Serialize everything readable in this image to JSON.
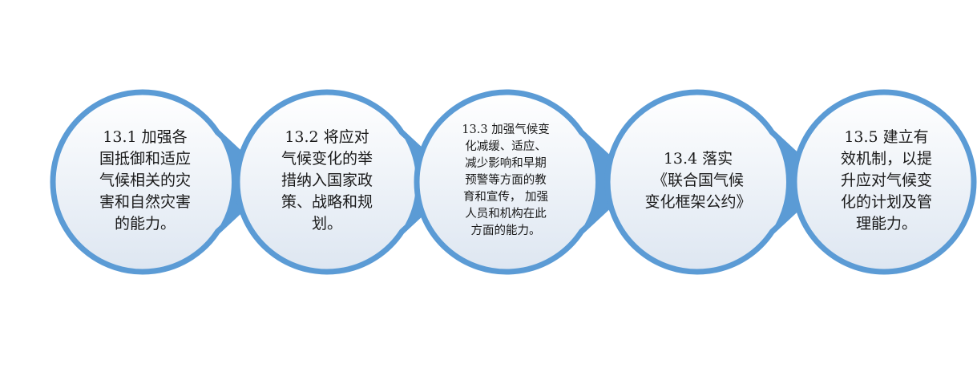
{
  "diagram": {
    "colors": {
      "circle_fill_top": "#ffffff",
      "circle_fill_bottom": "#dde6f1",
      "ring": "#5b9bd5",
      "pointer": "#5b9bd5"
    },
    "steps": [
      {
        "id": "13.1",
        "text": "13.1 加强各\n国抵御和适应\n气候相关的灾\n害和自然灾害\n的能力。"
      },
      {
        "id": "13.2",
        "text": "13.2 将应对\n气候变化的举\n措纳入国家政\n策、战略和规\n划。"
      },
      {
        "id": "13.3",
        "text": "13.3 加强气候变\n化减缓、适应、\n减少影响和早期\n预警等方面的教\n育和宣传， 加强\n人员和机构在此\n方面的能力。"
      },
      {
        "id": "13.4",
        "text": "13.4 落实\n《联合国气候\n变化框架公约》"
      },
      {
        "id": "13.5",
        "text": "13.5 建立有\n效机制，以提\n升应对气候变\n化的计划及管\n理能力。"
      }
    ]
  }
}
